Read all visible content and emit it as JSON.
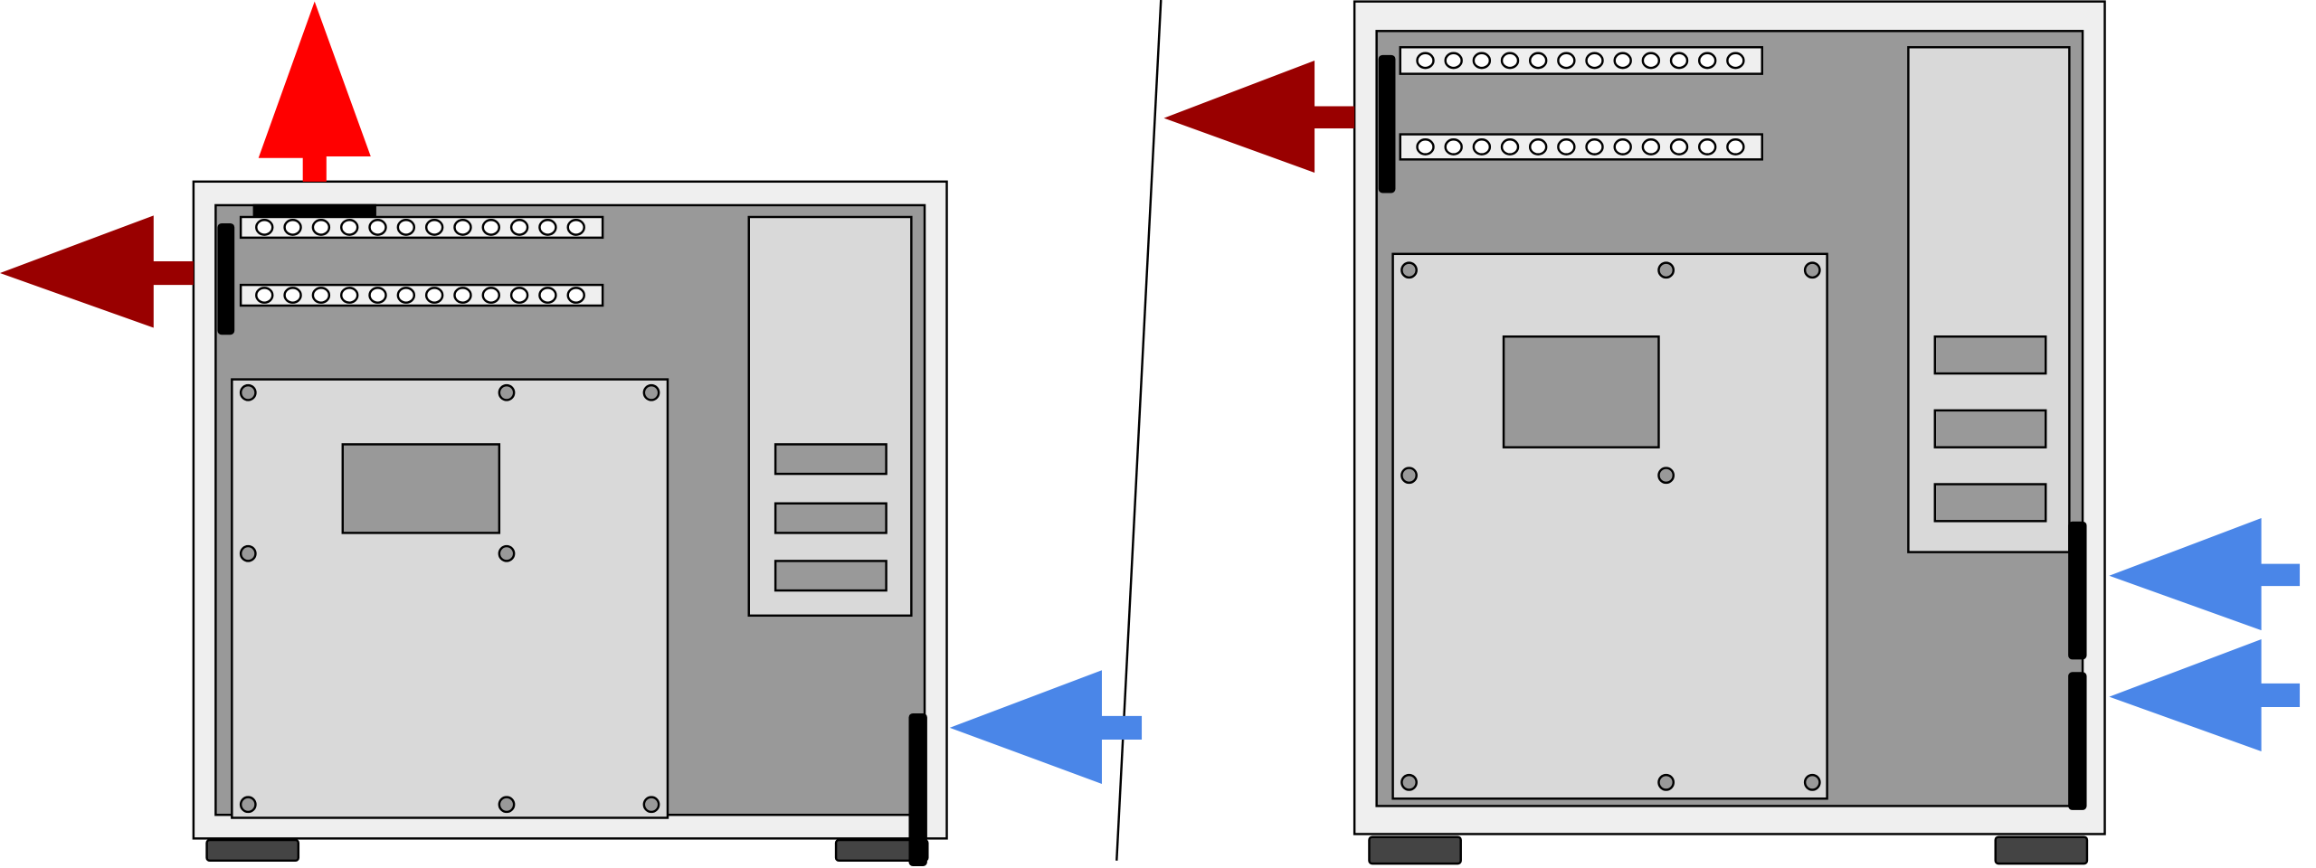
{
  "colors": {
    "case_outer": "#efefef",
    "case_inner": "#999999",
    "board": "#d9d9d9",
    "foot": "#444444",
    "exhaust_top": "#ff0000",
    "exhaust_rear": "#990000",
    "intake": "#4a86e8",
    "outline": "#000000"
  },
  "left_case": {
    "slot_holes_per_strip": 12,
    "drive_bays": 3,
    "standoffs": 8
  },
  "right_case": {
    "slot_holes_per_strip": 12,
    "drive_bays": 3,
    "standoffs": 8
  }
}
